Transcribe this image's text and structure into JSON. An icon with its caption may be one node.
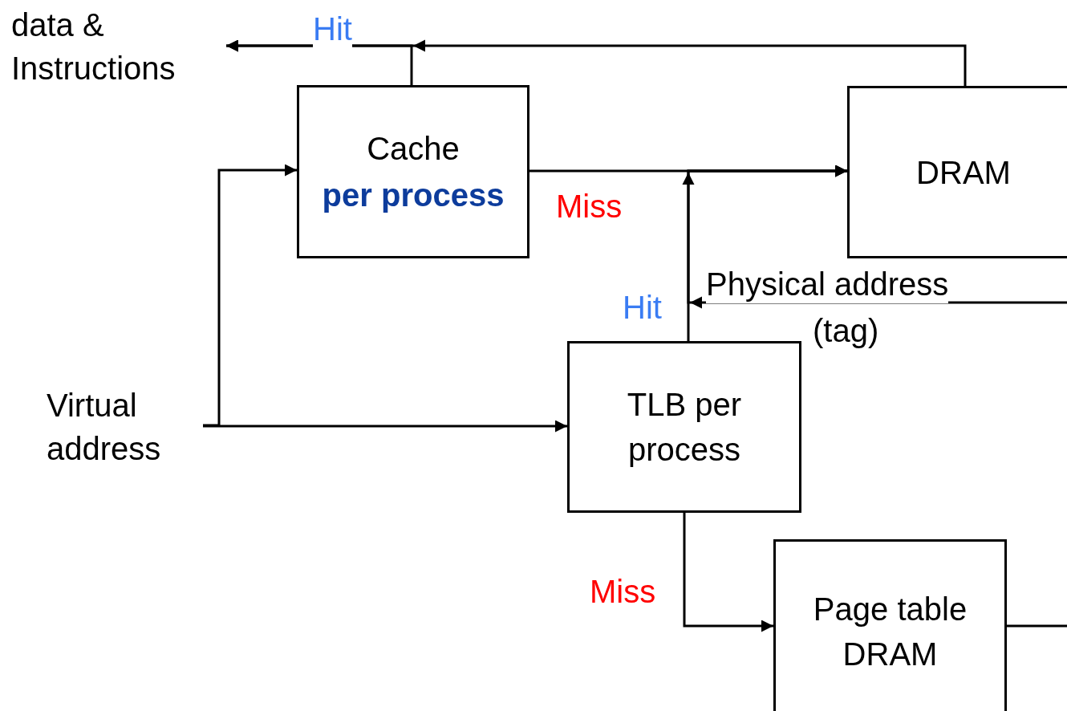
{
  "diagram": {
    "nodes": [
      {
        "text": [
          "data & Instructions"
        ]
      },
      {
        "text": [
          "Cache",
          "per process"
        ]
      },
      {
        "text": [
          "DRAM"
        ]
      },
      {
        "text": [
          "Virtual address"
        ]
      },
      {
        "text": [
          "TLB per process"
        ]
      },
      {
        "text": [
          "Page table DRAM"
        ]
      }
    ],
    "edges": [
      {
        "from": 1,
        "to": 0,
        "arrow": "to",
        "label": "Hit"
      },
      {
        "from": 2,
        "to": 0,
        "arrow": "to"
      },
      {
        "from": 1,
        "to": 2,
        "arrow": "to",
        "label": "Miss"
      },
      {
        "from": 4,
        "to": 2,
        "arrow": "to",
        "label": "Hit"
      },
      {
        "from": 3,
        "to": 1,
        "arrow": "to"
      },
      {
        "from": 3,
        "to": 4,
        "arrow": "to"
      },
      {
        "from": 4,
        "to": 5,
        "arrow": "to",
        "label": "Miss"
      },
      {
        "from": 5,
        "to": 2,
        "arrow": "to",
        "label": "Physical address"
      }
    ],
    "labels": [
      "(tag)"
    ]
  }
}
